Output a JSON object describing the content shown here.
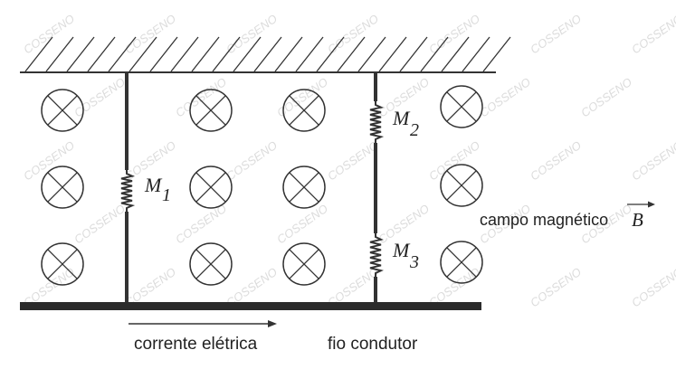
{
  "watermark": {
    "text": "COSSENO"
  },
  "labels": {
    "current": "corrente elétrica",
    "wire": "fio condutor",
    "field_text": "campo magnético",
    "field_symbol": "B"
  },
  "springs": [
    {
      "letter": "M",
      "sub": "1"
    },
    {
      "letter": "M",
      "sub": "2"
    },
    {
      "letter": "M",
      "sub": "3"
    }
  ],
  "colors": {
    "ink": "#333333",
    "bar": "#2b2b2b",
    "watermark": "#dcdcdc"
  }
}
